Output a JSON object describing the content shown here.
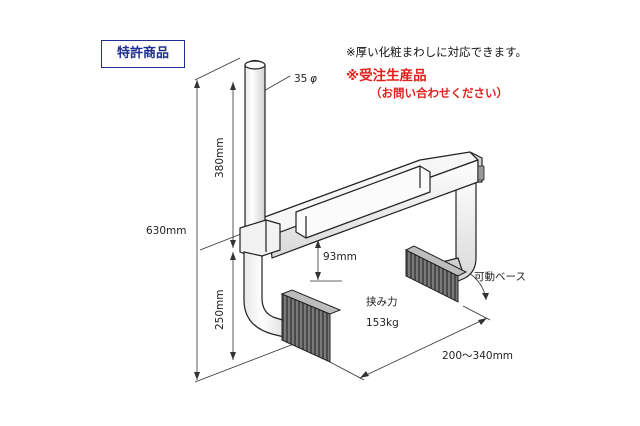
{
  "badge": "特許商品",
  "notes": {
    "thick_wall": "※厚い化粧まわしに対応できます。",
    "made_to_order": "※受注生産品",
    "inquire": "（お問い合わせください）"
  },
  "dimensions": {
    "diameter": "35",
    "diameter_symbol": "φ",
    "upper_height": "380mm",
    "total_height": "630mm",
    "lower_height": "250mm",
    "gap": "93mm",
    "span": "200〜340mm"
  },
  "labels": {
    "clamp_force_label": "挟み力",
    "clamp_force_value": "153kg",
    "movable_base": "可動ベース"
  }
}
